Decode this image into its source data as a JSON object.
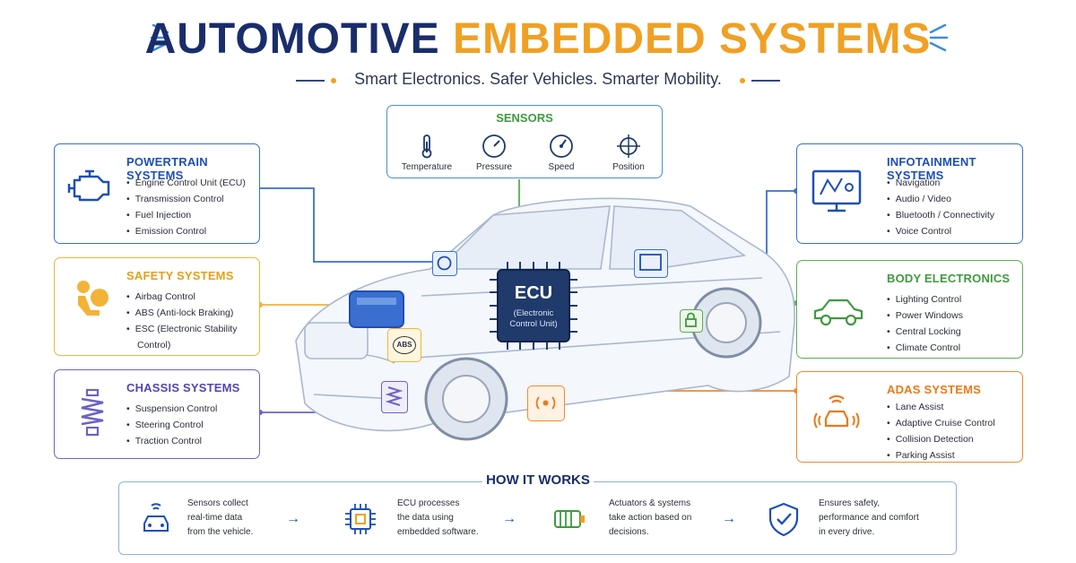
{
  "title": {
    "part1": "AUTOMOTIVE",
    "part2": "EMBEDDED SYSTEMS"
  },
  "subtitle": "Smart Electronics. Safer Vehicles. Smarter Mobility.",
  "colors": {
    "navy": "#1a2d6b",
    "orange": "#f0a024",
    "blue": "#3a6fd0",
    "yellow": "#f3b339",
    "purple": "#6b63c4",
    "green": "#5cad52",
    "adas": "#f08a2e"
  },
  "sensors": {
    "title": "SENSORS",
    "items": [
      {
        "label": "Temperature",
        "icon": "thermometer-icon"
      },
      {
        "label": "Pressure",
        "icon": "pressure-gauge-icon"
      },
      {
        "label": "Speed",
        "icon": "speedometer-icon"
      },
      {
        "label": "Position",
        "icon": "crosshair-icon"
      }
    ]
  },
  "left_cards": [
    {
      "title": "POWERTRAIN SYSTEMS",
      "icon": "engine-icon",
      "items": [
        "Engine Control Unit (ECU)",
        "Transmission Control",
        "Fuel Injection",
        "Emission Control"
      ]
    },
    {
      "title": "SAFETY SYSTEMS",
      "icon": "airbag-icon",
      "items": [
        "Airbag Control",
        "ABS (Anti-lock Braking)",
        "ESC (Electronic Stability",
        "Control)"
      ]
    },
    {
      "title": "CHASSIS SYSTEMS",
      "icon": "suspension-spring-icon",
      "items": [
        "Suspension Control",
        "Steering Control",
        "Traction Control"
      ]
    }
  ],
  "right_cards": [
    {
      "title": "INFOTAINMENT SYSTEMS",
      "icon": "monitor-map-icon",
      "items": [
        "Navigation",
        "Audio / Video",
        "Bluetooth / Connectivity",
        "Voice Control"
      ]
    },
    {
      "title": "BODY ELECTRONICS",
      "icon": "car-outline-icon",
      "items": [
        "Lighting Control",
        "Power Windows",
        "Central Locking",
        "Climate Control"
      ]
    },
    {
      "title": "ADAS SYSTEMS",
      "icon": "car-radar-icon",
      "items": [
        "Lane Assist",
        "Adaptive Cruise Control",
        "Collision Detection",
        "Parking Assist"
      ]
    }
  ],
  "ecu": {
    "label": "ECU",
    "sub1": "(Electronic",
    "sub2": "Control Unit)"
  },
  "car_badges": {
    "abs": "ABS"
  },
  "how": {
    "title": "HOW IT WORKS",
    "steps": [
      {
        "icon": "car-signal-icon",
        "lines": [
          "Sensors collect",
          "real-time data",
          "from the vehicle."
        ]
      },
      {
        "icon": "chip-icon",
        "lines": [
          "ECU processes",
          "the data using",
          "embedded software."
        ]
      },
      {
        "icon": "actuator-icon",
        "lines": [
          "Actuators & systems",
          "take action based on",
          "decisions."
        ]
      },
      {
        "icon": "shield-check-icon",
        "lines": [
          "Ensures safety,",
          "performance and comfort",
          "in every drive."
        ]
      }
    ],
    "arrow": "→"
  }
}
